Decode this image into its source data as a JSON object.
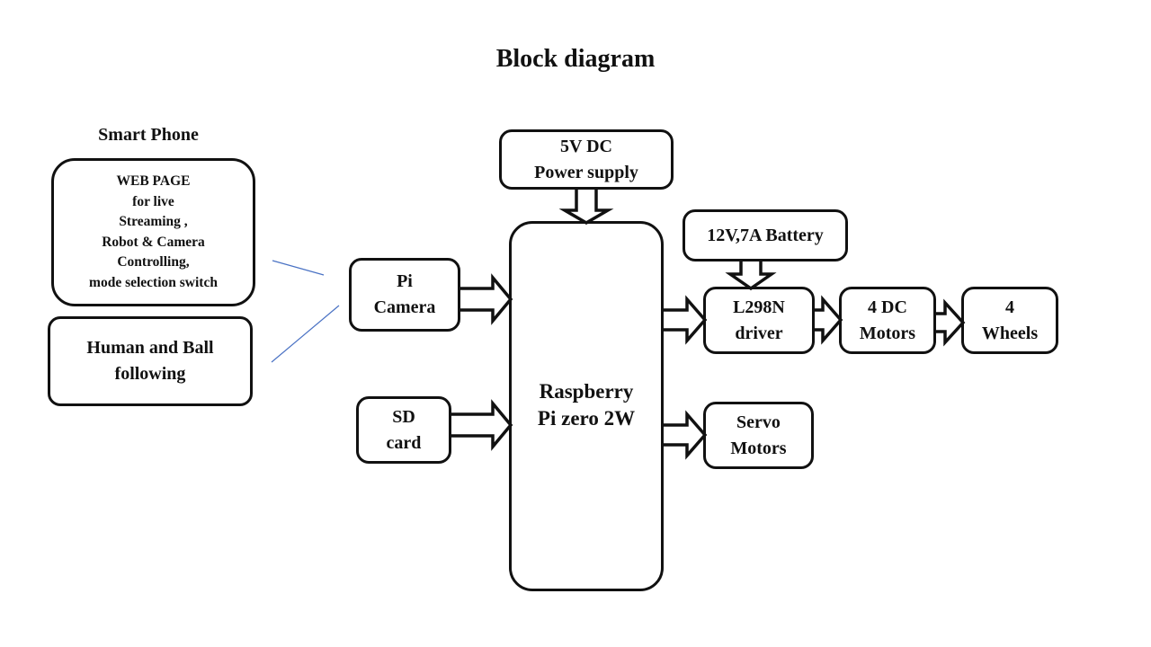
{
  "title": "Block diagram",
  "smartphone": {
    "heading": "Smart Phone",
    "web_page_box": "WEB PAGE\nfor live\nStreaming ,\nRobot & Camera\nControlling,\nmode selection switch",
    "following_box": "Human and Ball\nfollowing"
  },
  "blocks": {
    "pi_camera": "Pi\nCamera",
    "sd_card": "SD\ncard",
    "power_supply": "5V DC\nPower supply",
    "raspberry_pi": "Raspberry\nPi zero 2W",
    "battery": "12V,7A Battery",
    "l298n": "L298N\ndriver",
    "dc_motors": "4 DC\nMotors",
    "wheels": "4\nWheels",
    "servo": "Servo\nMotors"
  },
  "colors": {
    "stroke": "#111111",
    "connector": "#4a72c4"
  }
}
